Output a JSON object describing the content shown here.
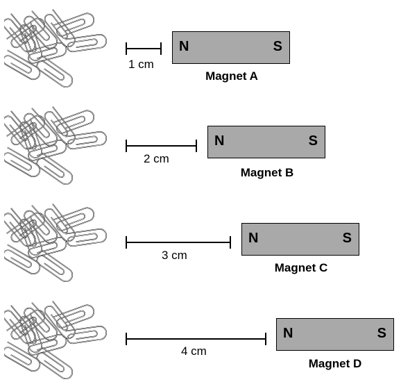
{
  "rows": [
    {
      "distance": "1 cm",
      "north": "N",
      "south": "S",
      "magnet": "Magnet A"
    },
    {
      "distance": "2 cm",
      "north": "N",
      "south": "S",
      "magnet": "Magnet B"
    },
    {
      "distance": "3 cm",
      "north": "N",
      "south": "S",
      "magnet": "Magnet C"
    },
    {
      "distance": "4 cm",
      "north": "N",
      "south": "S",
      "magnet": "Magnet D"
    }
  ],
  "colors": {
    "magnet_fill": "#a9a9a9",
    "outline": "#000000"
  },
  "icons": {
    "paper_clip_pile": "paper-clips-icon"
  }
}
